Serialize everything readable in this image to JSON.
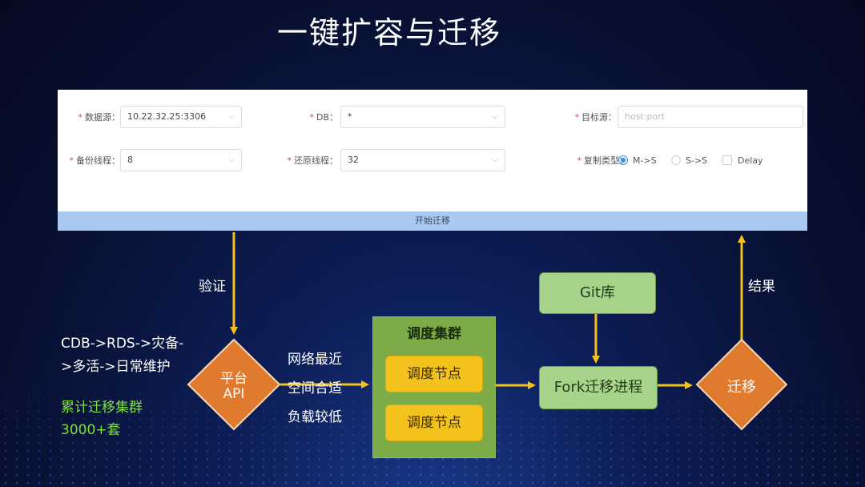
{
  "title": "一键扩容与迁移",
  "form": {
    "datasource_label": "数据源：",
    "datasource_value": "10.22.32.25:3306",
    "db_label": "DB：",
    "db_value": "*",
    "target_label": "目标源：",
    "target_placeholder": "host:port",
    "backup_threads_label": "备份线程：",
    "backup_threads_value": "8",
    "restore_threads_label": "还原线程：",
    "restore_threads_value": "32",
    "replication_type_label": "复制类型：",
    "replication_options": [
      "M->S",
      "S->S"
    ],
    "replication_selected": "M->S",
    "delay_label": "Delay",
    "start_button": "开始迁移"
  },
  "diagram": {
    "validate_label": "验证",
    "result_label": "结果",
    "left_text_line1": "CDB->RDS->灾备-",
    "left_text_line2": ">多活->日常维护",
    "cumulative_line1": "累计迁移集群",
    "cumulative_line2": "3000+套",
    "platform_api_line1": "平台",
    "platform_api_line2": "API",
    "routing_line1": "网络最近",
    "routing_line2": "空间合适",
    "routing_line3": "负载较低",
    "cluster_title": "调度集群",
    "node1": "调度节点",
    "node2": "调度节点",
    "git": "Git库",
    "fork": "Fork迁移进程",
    "migrate": "迁移"
  },
  "colors": {
    "arrow": "#f4c21c",
    "diamond": "#e07a2e",
    "cluster": "#7cab48",
    "node": "#f4c21c",
    "green_box": "#a7d48a",
    "start_button": "#a9c9f3",
    "highlight_text": "#7fe040"
  }
}
